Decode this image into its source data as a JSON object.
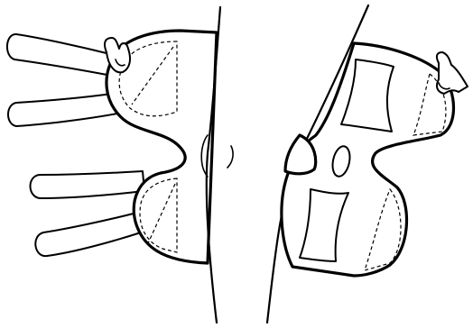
{
  "figure": {
    "panels": [
      {
        "id": "left",
        "fingers_shown": 4,
        "pads_shown": 2
      },
      {
        "id": "right",
        "openings_shown": 3,
        "pads_shown": 2
      }
    ]
  }
}
